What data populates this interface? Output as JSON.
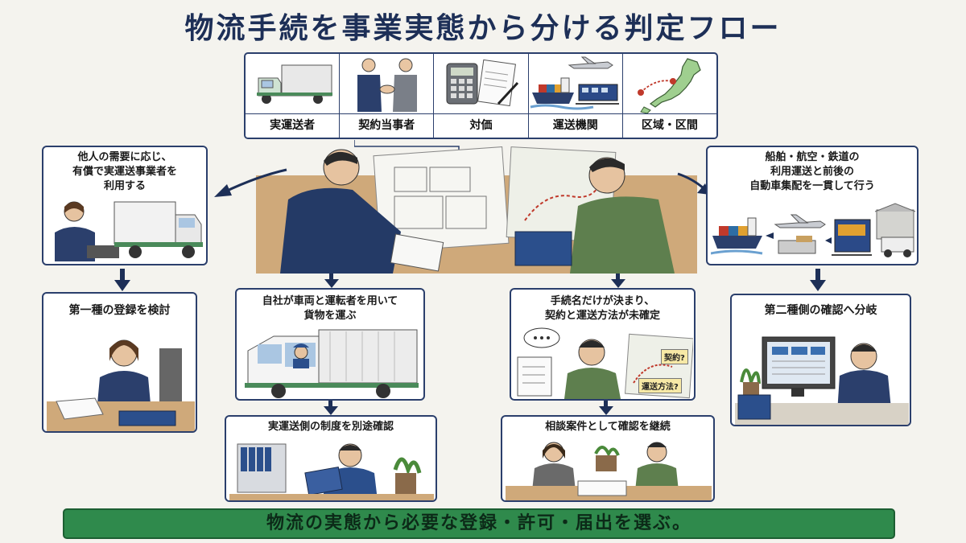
{
  "title": "物流手続を事業実態から分ける判定フロー",
  "categories": [
    {
      "label": "実運送者",
      "icon": "truck-icon"
    },
    {
      "label": "契約当事者",
      "icon": "handshake-icon"
    },
    {
      "label": "対価",
      "icon": "calculator-icon"
    },
    {
      "label": "運送機関",
      "icon": "ship-plane-train-icon"
    },
    {
      "label": "区域・区間",
      "icon": "japan-map-icon"
    }
  ],
  "left": {
    "top_box": {
      "lines": [
        "他人の需要に応じ、",
        "有償で実運送事業者を",
        "利用する"
      ]
    },
    "result_box": {
      "lines": [
        "第一種の登録を検討"
      ]
    }
  },
  "center_left": {
    "top_box": {
      "lines": [
        "自社が車両と運転者を用いて",
        "貨物を運ぶ"
      ]
    },
    "result_box": {
      "lines": [
        "実運送側の制度を別途確認"
      ]
    }
  },
  "center_right": {
    "top_box": {
      "lines": [
        "手続名だけが決まり、",
        "契約と運送方法が未確定"
      ]
    },
    "result_box": {
      "lines": [
        "相談案件として確認を継続"
      ]
    },
    "notes": [
      "契約?",
      "運送方法?"
    ]
  },
  "right": {
    "top_box": {
      "lines": [
        "船舶・航空・鉄道の",
        "利用運送と前後の",
        "自動車集配を一貫して行う"
      ]
    },
    "result_box": {
      "lines": [
        "第二種側の確認へ分岐"
      ]
    }
  },
  "banner": "物流の実態から必要な登録・許可・届出を選ぶ。",
  "colors": {
    "navy": "#2b3f6c",
    "green_banner": "#2f8a4c",
    "background": "#f4f3ee"
  }
}
